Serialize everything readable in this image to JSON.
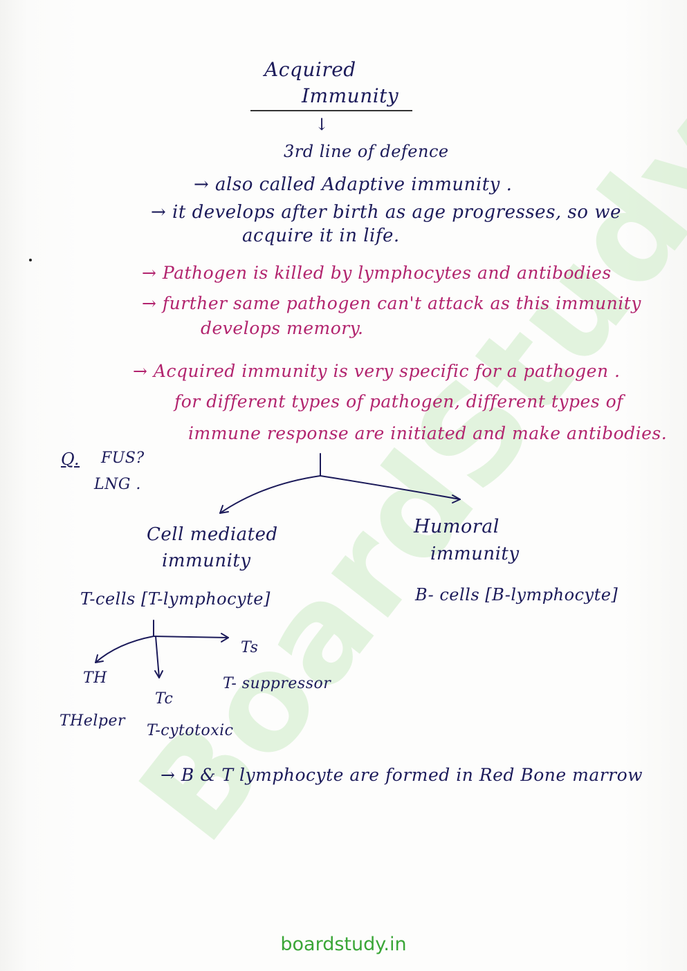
{
  "header": {
    "title_line1": "Acquired",
    "title_line2": "Immunity",
    "down_arrow": "↓",
    "subtitle": "3rd line of defence"
  },
  "notes": {
    "n1": "→ also called Adaptive immunity .",
    "n2_line1": "→ it develops after birth as age progresses, so we",
    "n2_line2": "acquire it in life.",
    "n3": "→ Pathogen is killed by lymphocytes and antibodies",
    "n4_line1": "→ further same pathogen can't attack as this immunity",
    "n4_line2": "develops memory.",
    "n5_line1": "→ Acquired immunity is very specific for a pathogen .",
    "n5_line2": "for different types of pathogen, different types of",
    "n5_line3": "immune response are initiated and make antibodies."
  },
  "question": {
    "mark": "Q.",
    "line1": "FUS?",
    "line2": "LNG ."
  },
  "tree": {
    "left_line1": "Cell mediated",
    "left_line2": "immunity",
    "right_line1": "Humoral",
    "right_line2": "immunity",
    "left_cells": "T-cells [T-lymphocyte]",
    "right_cells": "B- cells [B-lymphocyte]"
  },
  "tcells": {
    "ts": "Ts",
    "th": "TH",
    "tc": "Tc",
    "t_suppressor": "T- suppressor",
    "t_helper": "THelper",
    "t_cytotoxic": "T-cytotoxic"
  },
  "bottom_note": "→ B & T lymphocyte are formed in Red Bone marrow",
  "watermark": "BoardStudy",
  "footer": "boardstudy.in",
  "colors": {
    "ink_blue": "#1c1b5a",
    "ink_pink": "#b2246e",
    "watermark_green": "#d9f0d4",
    "footer_green": "#3aa637"
  }
}
